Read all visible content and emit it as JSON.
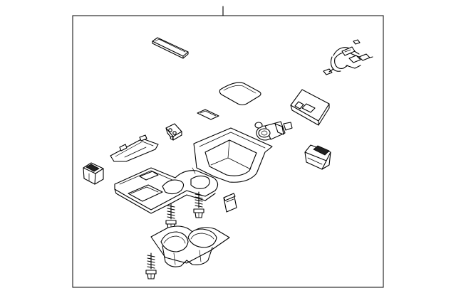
{
  "diagram": {
    "style": "exploded-parts-line-drawing",
    "background": "#ffffff",
    "line_color": "#000000",
    "parts": [
      "top-pad",
      "wiring-harness",
      "small-pad",
      "large-pad",
      "mounting-bracket",
      "power-outlet",
      "switch",
      "side-trim",
      "console-tray",
      "end-cap",
      "clip",
      "screw",
      "screw",
      "screw",
      "cup-holder"
    ]
  }
}
